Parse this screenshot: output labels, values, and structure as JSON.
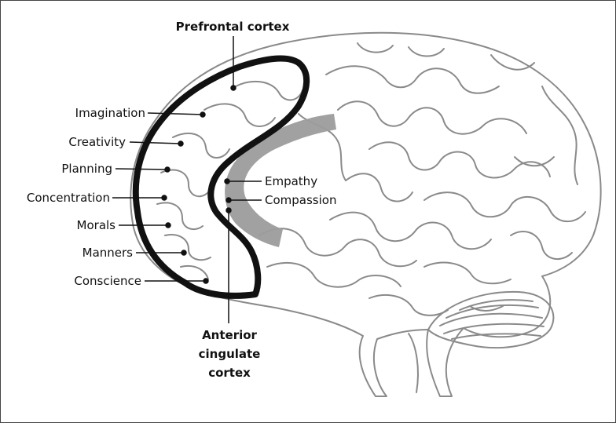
{
  "diagram": {
    "title": "Prefrontal cortex",
    "functions": [
      "Imagination",
      "Creativity",
      "Planning",
      "Concentration",
      "Morals",
      "Manners",
      "Conscience"
    ],
    "acc_functions": [
      "Empathy",
      "Compassion"
    ],
    "acc_label_lines": [
      "Anterior",
      "cingulate",
      "cortex"
    ],
    "colors": {
      "outline": "#111111",
      "brain_line": "#8a8a8a",
      "acc_fill": "#9c9c9c"
    }
  }
}
